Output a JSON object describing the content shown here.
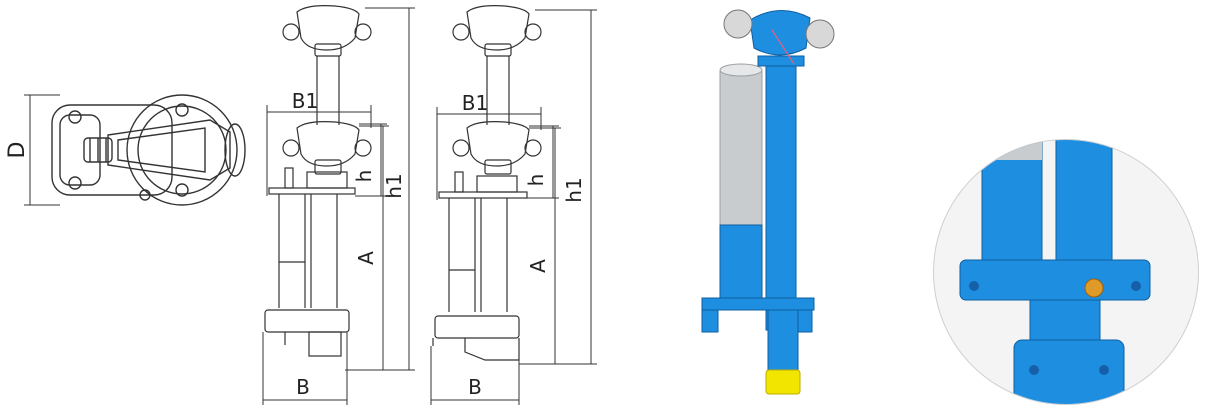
{
  "top_view": {
    "dimension_label": "D"
  },
  "drawing_one": {
    "width_top_label": "B1",
    "width_bottom_label": "B",
    "height_small_label": "h",
    "height_mid_label": "A",
    "height_total_label": "h1"
  },
  "drawing_two": {
    "width_top_label": "B1",
    "width_bottom_label": "B",
    "height_small_label": "h",
    "height_mid_label": "A",
    "height_total_label": "h1"
  },
  "colors": {
    "hydrant_blue": "#1e8fe0",
    "pipe_grey": "#c9ccce",
    "base_yellow": "#f2e600",
    "line_drawing": "#333333",
    "detail_circle_border": "#cfcfcf"
  }
}
